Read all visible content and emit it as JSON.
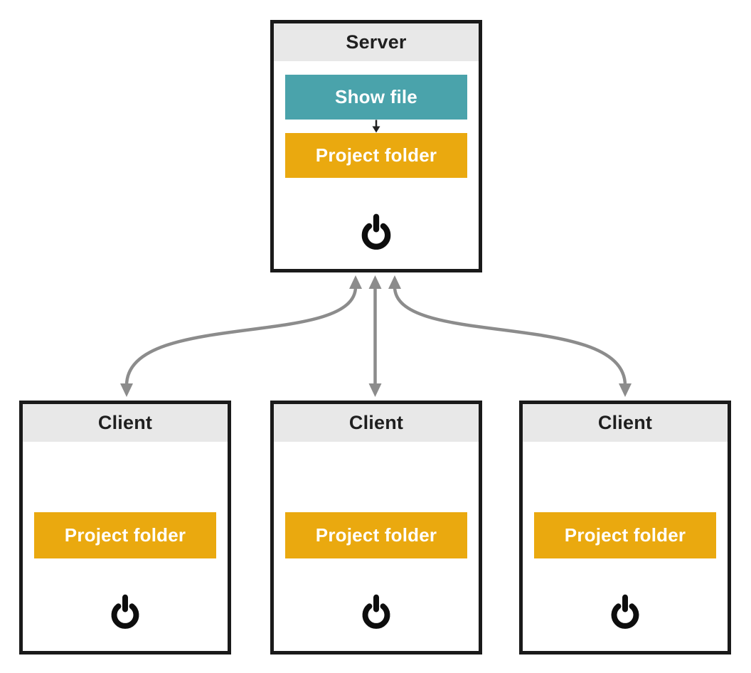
{
  "server": {
    "title": "Server",
    "show_file_button": "Show file",
    "project_folder_button": "Project folder",
    "power_icon": "power-icon"
  },
  "clients": [
    {
      "title": "Client",
      "project_folder_button": "Project folder",
      "power_icon": "power-icon"
    },
    {
      "title": "Client",
      "project_folder_button": "Project folder",
      "power_icon": "power-icon"
    },
    {
      "title": "Client",
      "project_folder_button": "Project folder",
      "power_icon": "power-icon"
    }
  ],
  "connections": {
    "type": "bidirectional-arrow",
    "count": 3
  },
  "icons": {
    "power": "power-icon",
    "flow_arrow": "down-arrow-icon",
    "connector": "double-headed-arrow"
  },
  "colors": {
    "show_file_teal": "#4AA3AB",
    "project_folder_orange": "#EAA90F",
    "header_gray": "#E8E8E8",
    "border": "#1A1A1A",
    "connector_gray": "#8C8C8C"
  }
}
